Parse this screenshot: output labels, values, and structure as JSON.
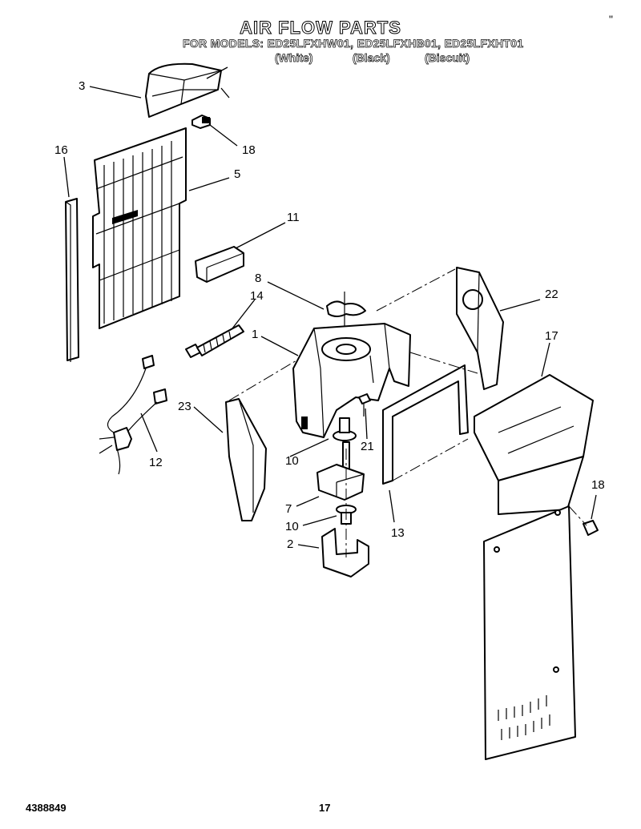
{
  "header": {
    "title": "AIR FLOW PARTS",
    "models_line": "FOR MODELS: ED25LFXHW01, ED25LFXHB01, ED25LFXHT01",
    "colors": [
      "(White)",
      "(Black)",
      "(Biscuit)"
    ],
    "corner_mark": "\""
  },
  "callouts": {
    "c3": "3",
    "c16": "16",
    "c18a": "18",
    "c5": "5",
    "c11": "11",
    "c8": "8",
    "c14": "14",
    "c22": "22",
    "c1": "1",
    "c17": "17",
    "c23": "23",
    "c12": "12",
    "c21": "21",
    "c10a": "10",
    "c18b": "18",
    "c7": "7",
    "c10b": "10",
    "c13": "13",
    "c2": "2"
  },
  "footer": {
    "doc_number": "4388849",
    "page_number": "17"
  }
}
